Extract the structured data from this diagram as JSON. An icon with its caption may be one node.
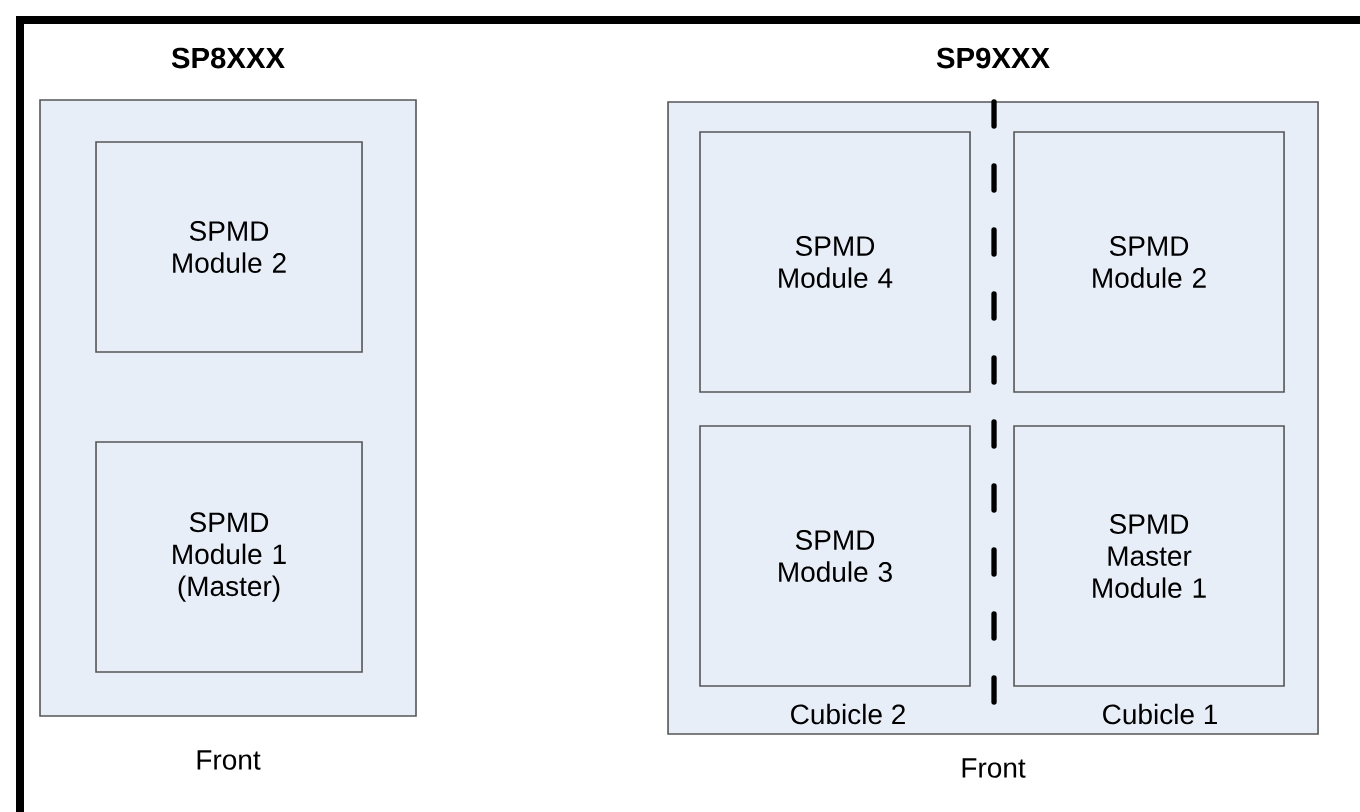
{
  "diagram": {
    "nodes": [
      {
        "text": [
          "SP8XXX"
        ],
        "beside": [
          "Front"
        ]
      },
      {
        "text": [
          "SPMD Module 2"
        ],
        "in": 0
      },
      {
        "text": [
          "SPMD Module 1 (Master)"
        ],
        "in": 0
      },
      {
        "text": [
          "SP9XXX"
        ],
        "beside": [
          "Front"
        ]
      },
      {
        "text": [
          "SPMD Module 4"
        ],
        "in": 3
      },
      {
        "text": [
          "SPMD Module 2"
        ],
        "in": 3
      },
      {
        "text": [
          "SPMD Module 3"
        ],
        "in": 3
      },
      {
        "text": [
          "SPMD Master Module 1"
        ],
        "in": 3
      }
    ],
    "labels": [
      "Cubicle 2",
      "Cubicle 1"
    ]
  }
}
